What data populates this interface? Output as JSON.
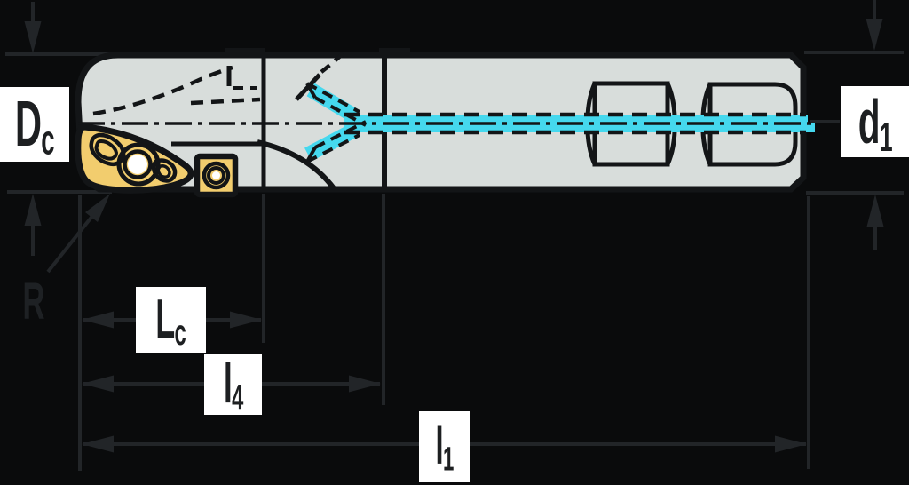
{
  "labels": {
    "cutting_diameter": {
      "main": "D",
      "sub": "c"
    },
    "shank_diameter": {
      "main": "d",
      "sub": "1"
    },
    "corner_radius": {
      "text": "R"
    },
    "cutting_length": {
      "main": "L",
      "sub": "c"
    },
    "length_l4": {
      "main": "l",
      "sub": "4"
    },
    "overall_length": {
      "main": "l",
      "sub": "1"
    }
  },
  "colors": {
    "background": "#0a0b0c",
    "body_fill": "#d8dddb",
    "outline": "#131517",
    "insert_fill": "#f2cd6e",
    "coolant": "#45d8ee",
    "screw_hole": "#ffffff",
    "label_box_bg": "#ffffff",
    "label_text": "#1d1f21",
    "dimension_lines": "#222528",
    "r_label": "#1e2124"
  }
}
